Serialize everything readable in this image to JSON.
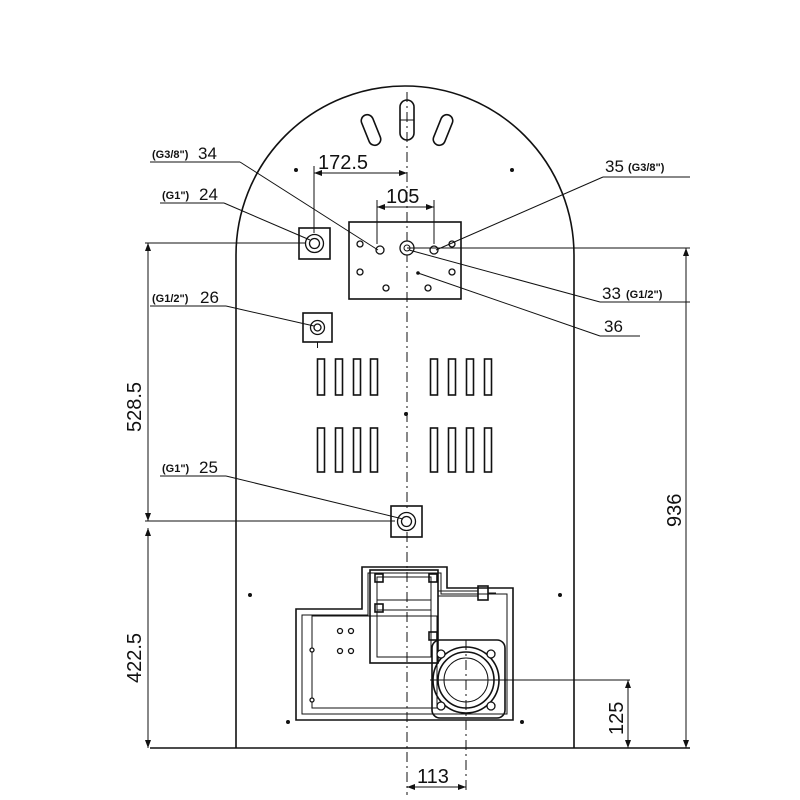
{
  "dimensions": {
    "d1725": "172.5",
    "d105": "105",
    "d5285": "528.5",
    "d4225": "422.5",
    "d936": "936",
    "d125": "125",
    "d113": "113"
  },
  "callouts": {
    "c34": {
      "code": "(G3/8\")",
      "num": "34"
    },
    "c24": {
      "code": "(G1\")",
      "num": "24"
    },
    "c26": {
      "code": "(G1/2\")",
      "num": "26"
    },
    "c25": {
      "code": "(G1\")",
      "num": "25"
    },
    "c35": {
      "code": "(G3/8\")",
      "num": "35"
    },
    "c33": {
      "code": "(G1/2\")",
      "num": "33"
    },
    "c36": {
      "code": "",
      "num": "36"
    }
  }
}
